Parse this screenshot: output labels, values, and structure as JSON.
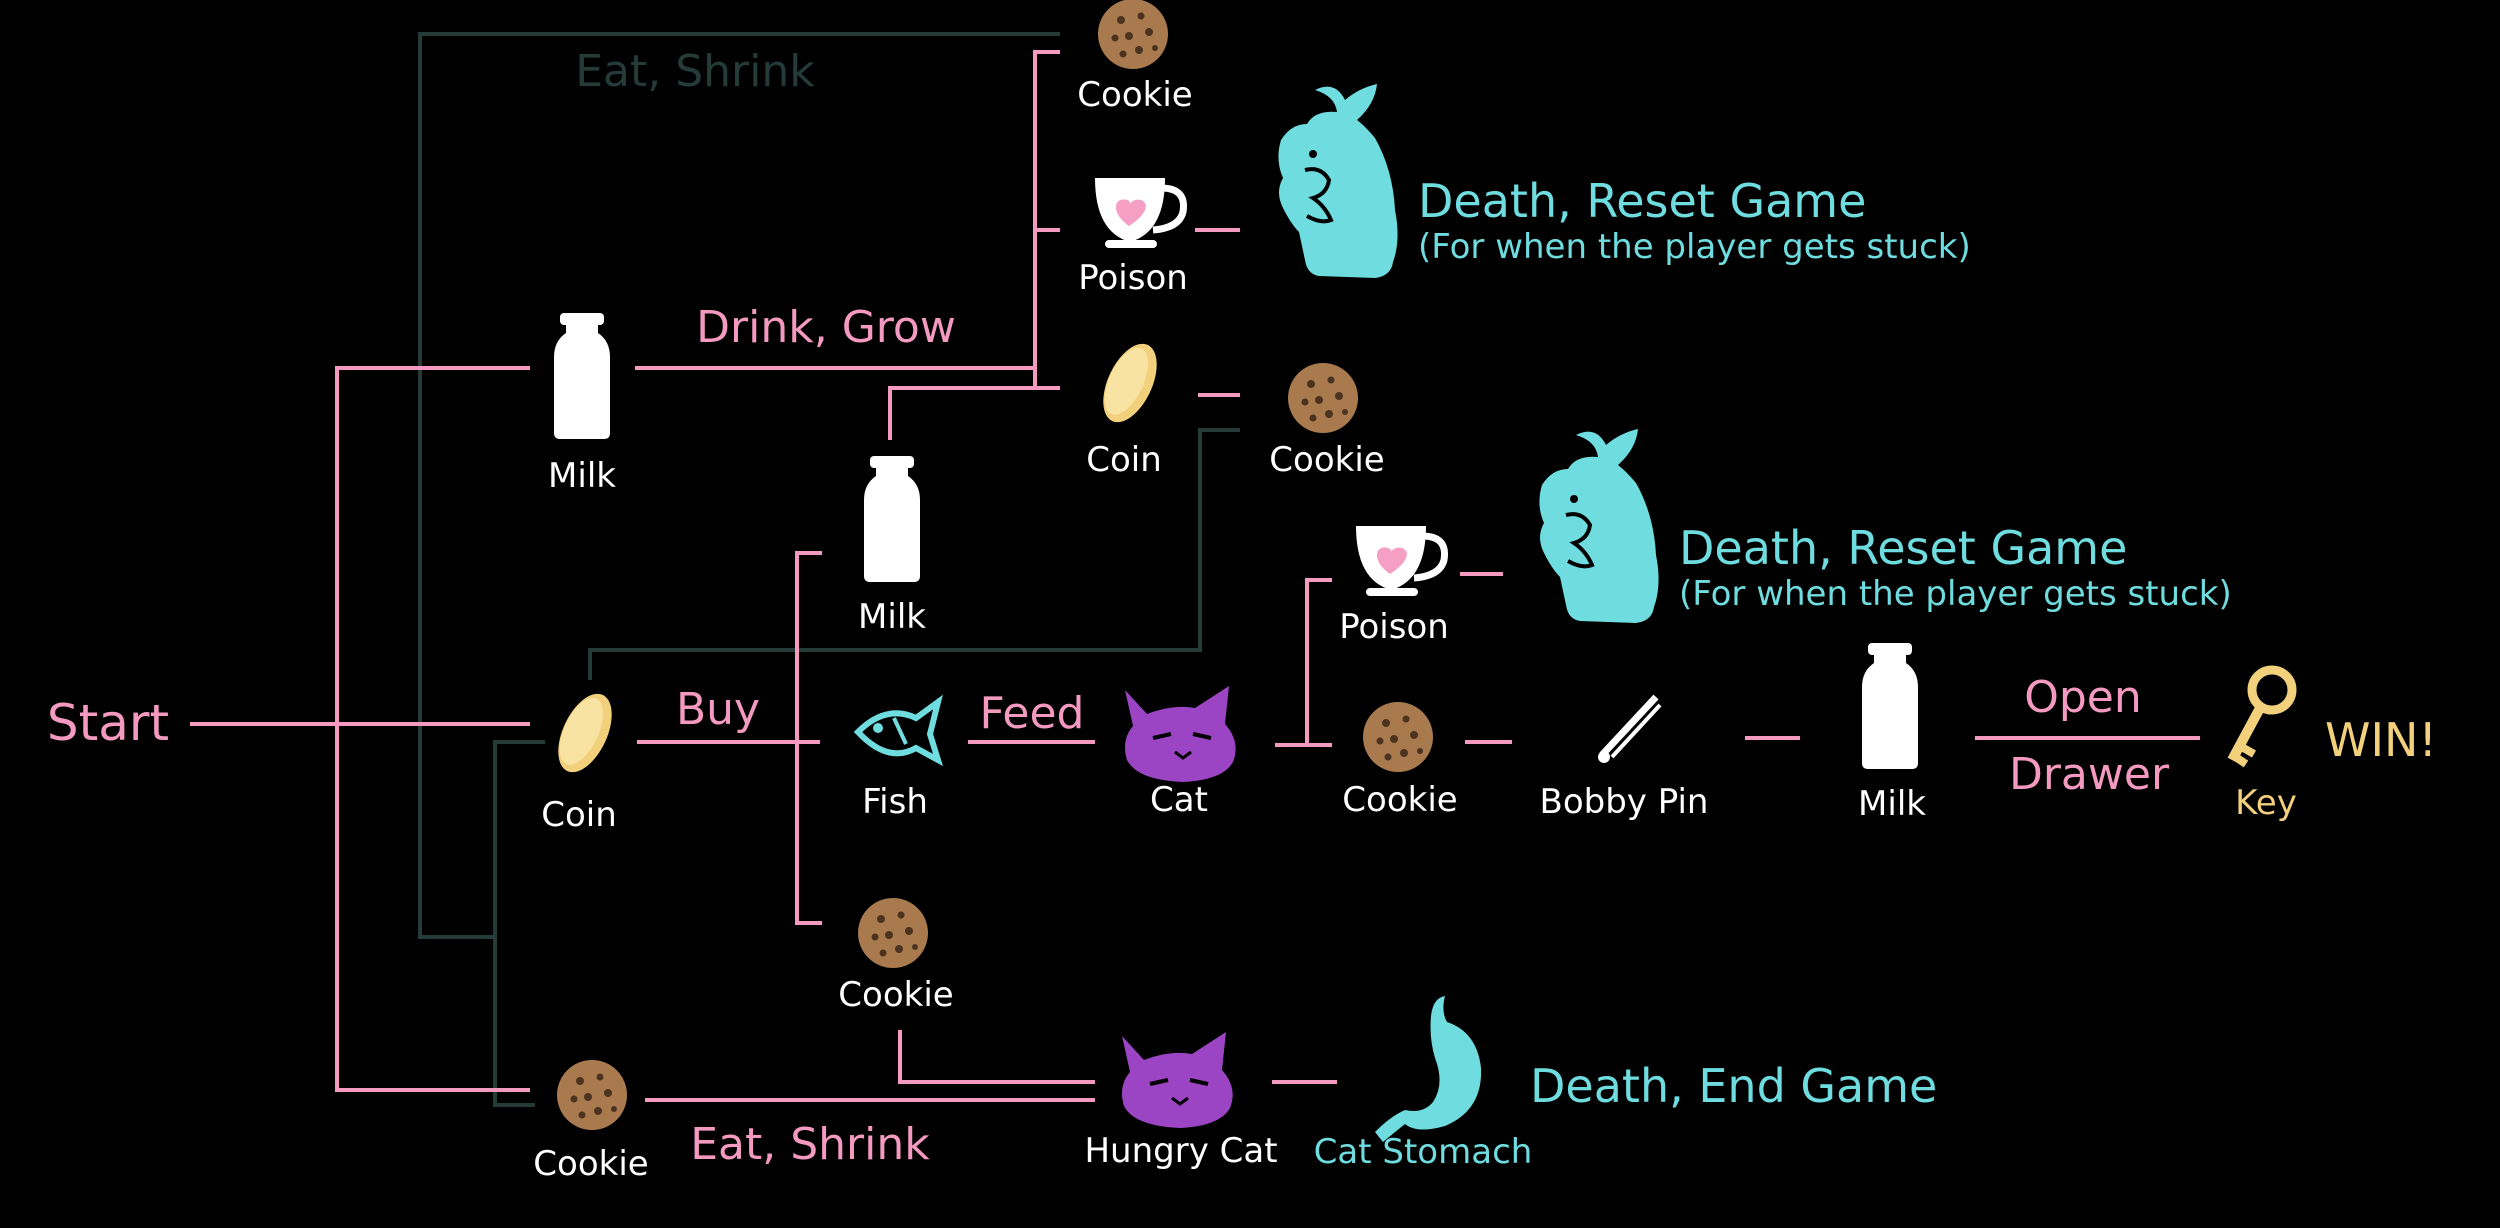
{
  "colors": {
    "background": "#000000",
    "path_line": "#f49ac0",
    "alt_line": "#243b38",
    "death": "#6fdde0",
    "item_text": "#ffffff",
    "win": "#f2d07c",
    "cat": "#9b45c4"
  },
  "start": "Start",
  "actions": {
    "eat_shrink_top": "Eat, Shrink",
    "drink_grow": "Drink, Grow",
    "buy": "Buy",
    "feed": "Feed",
    "open": "Open",
    "drawer": "Drawer",
    "eat_shrink_bottom": "Eat, Shrink"
  },
  "items": {
    "cookie_top": {
      "label": "Cookie",
      "icon": "cookie-icon"
    },
    "poison_top": {
      "label": "Poison",
      "icon": "teacup-icon"
    },
    "milk_upper": {
      "label": "Milk",
      "icon": "milk-bottle-icon"
    },
    "coin_upper": {
      "label": "Coin",
      "icon": "coin-icon"
    },
    "cookie_upper_right": {
      "label": "Cookie",
      "icon": "cookie-icon"
    },
    "milk_middle": {
      "label": "Milk",
      "icon": "milk-bottle-icon"
    },
    "poison_mid": {
      "label": "Poison",
      "icon": "teacup-icon"
    },
    "coin_left": {
      "label": "Coin",
      "icon": "coin-icon"
    },
    "fish": {
      "label": "Fish",
      "icon": "fish-icon"
    },
    "cat": {
      "label": "Cat",
      "icon": "cat-icon"
    },
    "cookie_mid": {
      "label": "Cookie",
      "icon": "cookie-icon"
    },
    "bobby_pin": {
      "label": "Bobby Pin",
      "icon": "bobby-pin-icon"
    },
    "milk_right": {
      "label": "Milk",
      "icon": "milk-bottle-icon"
    },
    "key": {
      "label": "Key",
      "icon": "key-icon"
    },
    "cookie_lower": {
      "label": "Cookie",
      "icon": "cookie-icon"
    },
    "cookie_bottom_left": {
      "label": "Cookie",
      "icon": "cookie-icon"
    },
    "hungry_cat": {
      "label": "Hungry Cat",
      "icon": "cat-icon"
    },
    "cat_stomach": {
      "label": "Cat Stomach",
      "icon": "stomach-icon"
    }
  },
  "outcomes": {
    "death_reset_top": {
      "title": "Death, Reset Game",
      "note": "(For when the player gets stuck)",
      "icon": "ghost-creature-icon"
    },
    "death_reset_mid": {
      "title": "Death, Reset Game",
      "note": "(For when the player gets stuck)",
      "icon": "ghost-creature-icon"
    },
    "death_end": {
      "title": "Death, End Game"
    },
    "win": "WIN!"
  }
}
